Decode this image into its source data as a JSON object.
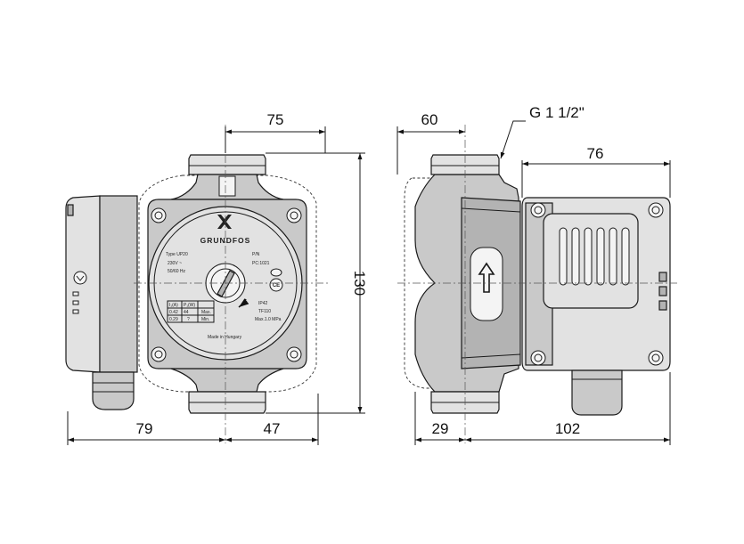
{
  "dimensions": {
    "front_top_width": "75",
    "front_height": "130",
    "front_left_width": "79",
    "front_right_width": "47",
    "side_top_width": "60",
    "thread": "G 1 1/2\"",
    "side_box_width": "76",
    "side_left_width": "29",
    "side_right_width": "102"
  },
  "nameplate": {
    "brand": "GRUNDFOS",
    "type_line": "Type UP20",
    "voltage": "230V ~",
    "frequency": "50/60 Hz",
    "pc_code": "PC:1021",
    "pn_code": "P/N",
    "col_current": "I₁(A)",
    "col_power": "P₁(W)",
    "row_max_current": "0.42",
    "row_max_power": "44",
    "row_max_label": "Max.",
    "row_min_current": "0.29",
    "row_min_power": "?",
    "row_min_label": "Min.",
    "ip_class": "IP42",
    "temp_class": "TF110",
    "pressure": "Max.1.0 MPa",
    "made_in": "Made in Hungary",
    "ce_mark": "CE"
  }
}
